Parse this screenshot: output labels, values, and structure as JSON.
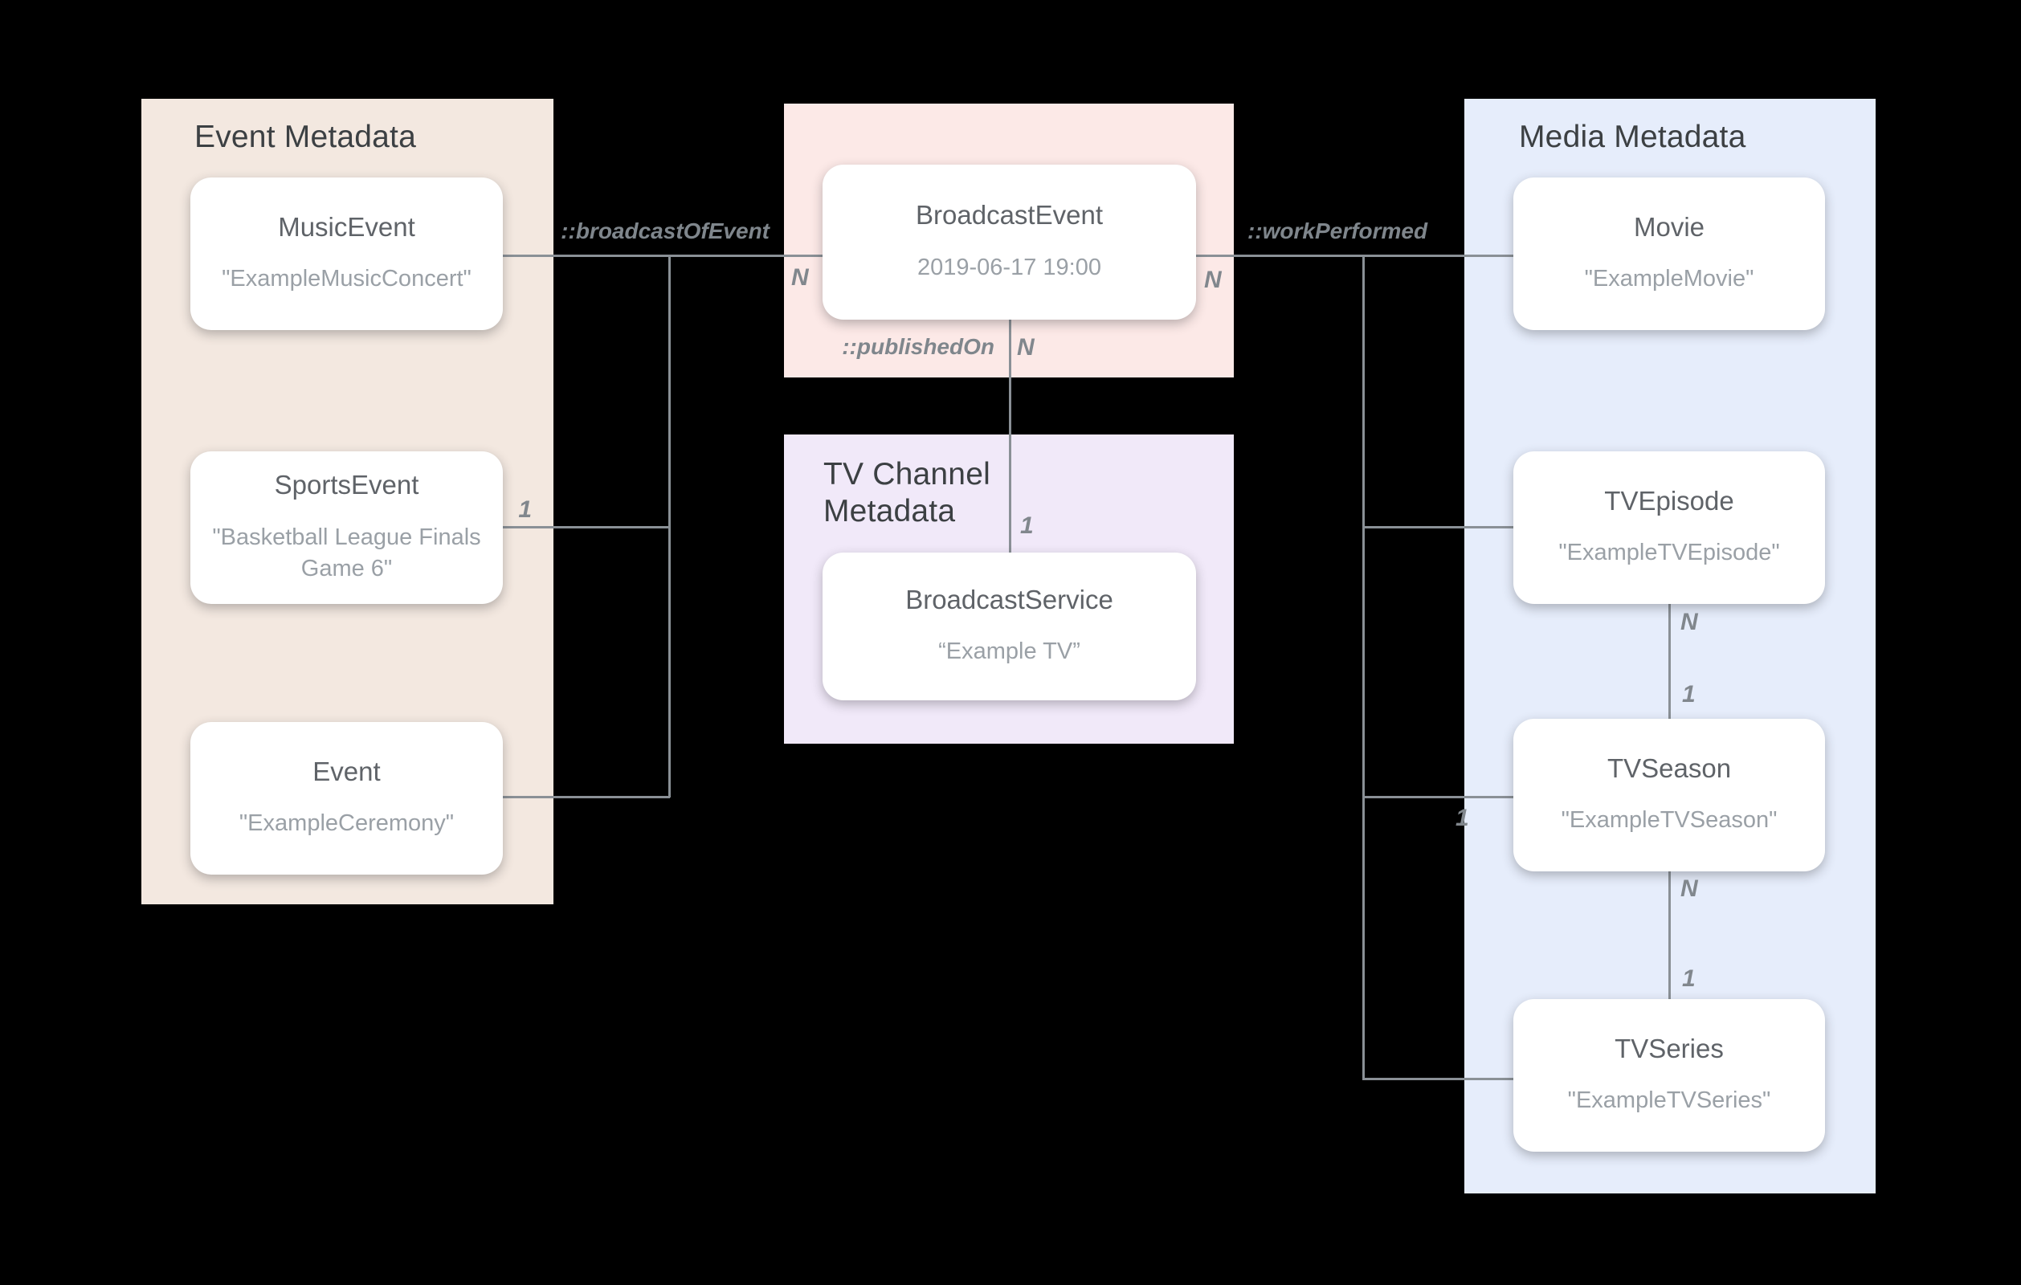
{
  "diagram": {
    "panels": {
      "event": {
        "title": "Event Metadata"
      },
      "broadcast": {
        "title": ""
      },
      "tv_channel": {
        "title": "TV Channel\nMetadata"
      },
      "media": {
        "title": "Media Metadata"
      }
    },
    "cards": {
      "music_event": {
        "title": "MusicEvent",
        "subtitle": "\"ExampleMusicConcert\""
      },
      "sports_event": {
        "title": "SportsEvent",
        "subtitle": "\"Basketball League Finals Game 6\""
      },
      "event": {
        "title": "Event",
        "subtitle": "\"ExampleCeremony\""
      },
      "broadcast_event": {
        "title": "BroadcastEvent",
        "subtitle": "2019-06-17 19:00"
      },
      "broadcast_service": {
        "title": "BroadcastService",
        "subtitle": "“Example TV”"
      },
      "movie": {
        "title": "Movie",
        "subtitle": "\"ExampleMovie\""
      },
      "tv_episode": {
        "title": "TVEpisode",
        "subtitle": "\"ExampleTVEpisode\""
      },
      "tv_season": {
        "title": "TVSeason",
        "subtitle": "\"ExampleTVSeason\""
      },
      "tv_series": {
        "title": "TVSeries",
        "subtitle": "\"ExampleTVSeries\""
      }
    },
    "relations": {
      "broadcast_of_event": "::broadcastOfEvent",
      "work_performed": "::workPerformed",
      "published_on": "::publishedOn"
    },
    "cardinalities": {
      "broadcast_event_left_n": "N",
      "broadcast_event_right_n": "N",
      "published_on_n": "N",
      "broadcast_service_1": "1",
      "sports_event_1": "1",
      "tv_season_branch_1": "1",
      "episode_to_season_n": "N",
      "episode_to_season_1": "1",
      "season_to_series_n": "N",
      "season_to_series_1": "1"
    },
    "colors": {
      "background": "#000000",
      "event_panel": "#f3e8e0",
      "broadcast_panel": "#fce9e7",
      "tv_channel_panel": "#f1e9f9",
      "media_panel": "#e6edfb",
      "card": "#ffffff",
      "panel_title_text": "#3c4043",
      "card_title_text": "#5f6368",
      "card_subtitle_text": "#9aa0a6",
      "connector_line": "#8a9096",
      "relation_label_text": "#7f868c"
    }
  }
}
